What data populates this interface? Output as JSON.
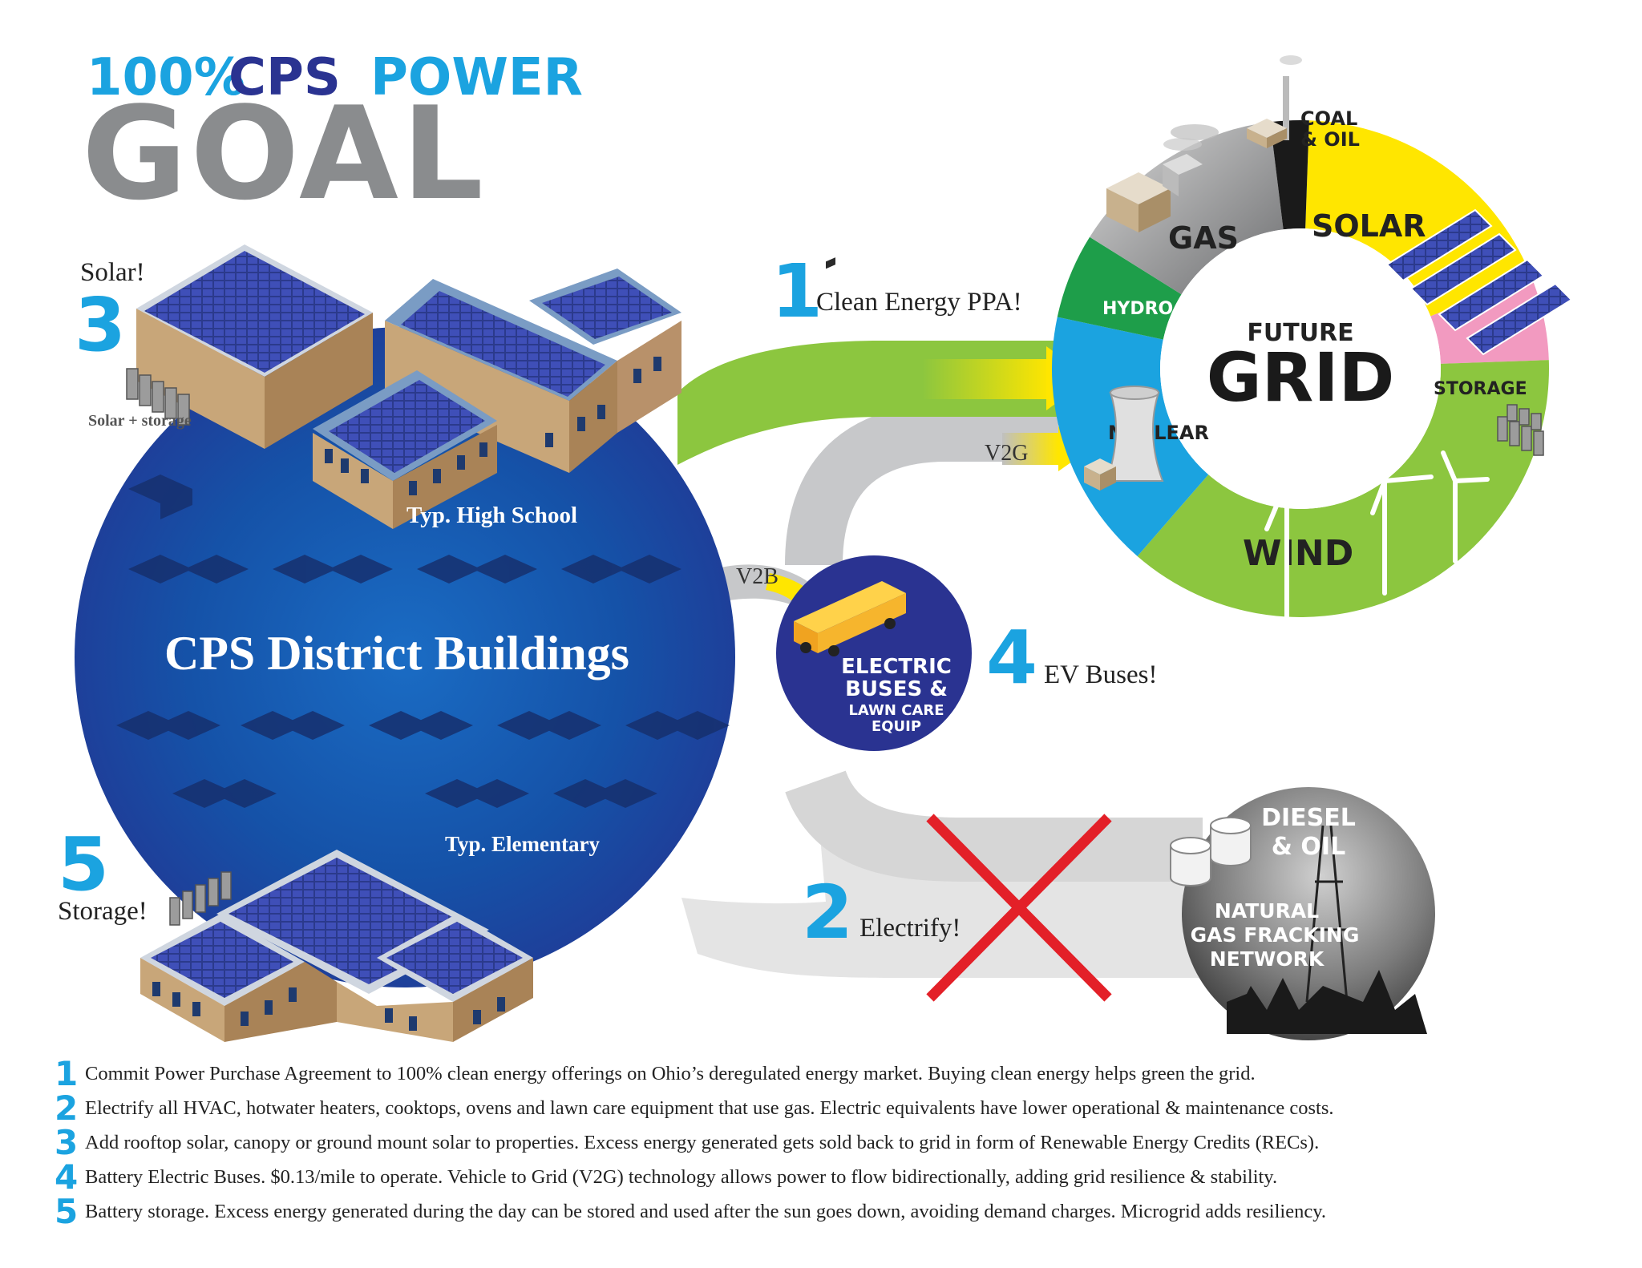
{
  "header": {
    "percent": "100%",
    "org": "CPS",
    "power": "POWER",
    "goal": "GOAL"
  },
  "colors": {
    "accent_blue": "#1ba3e0",
    "navy": "#2a3391",
    "green": "#8cc63f",
    "yellow": "#ffe600",
    "pink": "#f29ac0",
    "gray": "#8a8c8e",
    "red": "#e32028"
  },
  "district": {
    "title": "CPS District Buildings",
    "high_school_label": "Typ. High School",
    "elementary_label": "Typ. Elementary"
  },
  "callouts": {
    "solar": {
      "number": "3",
      "label": "Solar!",
      "sub": "Solar + storage"
    },
    "storage": {
      "number": "5",
      "label": "Storage!"
    },
    "ppa": {
      "number": "1",
      "label": "Clean Energy PPA!"
    },
    "ev": {
      "number": "4",
      "label": "EV Buses!"
    },
    "electrify": {
      "number": "2",
      "label": "Electrify!"
    }
  },
  "flows": {
    "v2g": "V2G",
    "v2b": "V2B"
  },
  "grid": {
    "future": "FUTURE",
    "grid": "GRID",
    "segments": {
      "coal": "COAL & OIL",
      "solar": "SOLAR",
      "gas": "GAS",
      "hydro": "HYDRO",
      "storage": "STORAGE",
      "nuclear": "NUCLEAR",
      "wind": "WIND"
    }
  },
  "buses": {
    "line1": "ELECTRIC",
    "line2": "BUSES &",
    "line3": "LAWN CARE",
    "line4": "EQUIP"
  },
  "fossil": {
    "line1": "DIESEL",
    "line2": "& OIL",
    "line3": "NATURAL",
    "line4": "GAS FRACKING",
    "line5": "NETWORK"
  },
  "notes": [
    {
      "number": "1",
      "text": "Commit Power Purchase Agreement to 100% clean energy offerings on Ohio’s deregulated energy market. Buying clean energy helps green the grid."
    },
    {
      "number": "2",
      "text": "Electrify all HVAC, hotwater heaters, cooktops, ovens and lawn care equipment that use gas. Electric equivalents have lower operational & maintenance costs."
    },
    {
      "number": "3",
      "text": "Add rooftop solar, canopy or ground mount solar to properties. Excess energy generated gets sold back to grid in form of Renewable Energy Credits (RECs)."
    },
    {
      "number": "4",
      "text": "Battery Electric Buses. $0.13/mile to operate. Vehicle to Grid (V2G) technology allows power to flow bidirectionally, adding grid resilience & stability."
    },
    {
      "number": "5",
      "text": "Battery storage. Excess energy generated during the day can be stored and used after the sun goes down, avoiding demand charges. Microgrid adds resiliency."
    }
  ]
}
